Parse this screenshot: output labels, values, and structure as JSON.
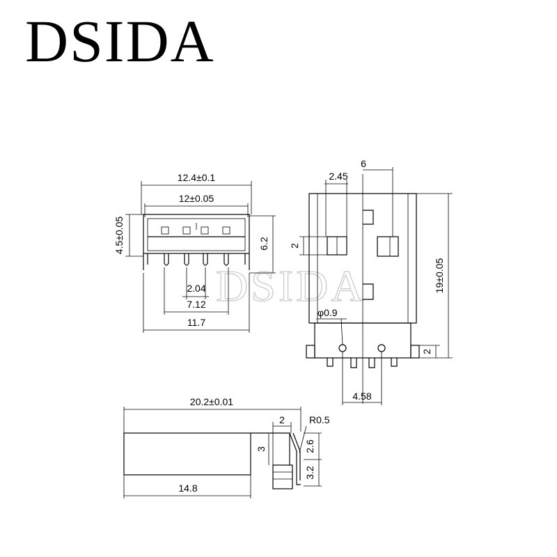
{
  "brand": {
    "title": "DSIDA",
    "watermark": "DSIDA"
  },
  "front_view": {
    "width_outer": "12.4±0.1",
    "width_inner": "12±0.05",
    "height_left": "4.5±0.05",
    "height_right": "6.2",
    "pin_pitch": "2.04",
    "pin_span": "7.12",
    "base_width": "11.7"
  },
  "top_view": {
    "top_dim": "6",
    "slot_width": "2.45",
    "slot_height": "2",
    "length": "19±0.05",
    "hole_dia": "φ0.9",
    "leg_height": "2",
    "pin_spacing": "4.58"
  },
  "side_view": {
    "total_length": "20.2±0.01",
    "step": "2",
    "radius": "R0.5",
    "height": "3",
    "upper_h": "2.6",
    "lower_h": "3.2",
    "body_length": "14.8"
  }
}
